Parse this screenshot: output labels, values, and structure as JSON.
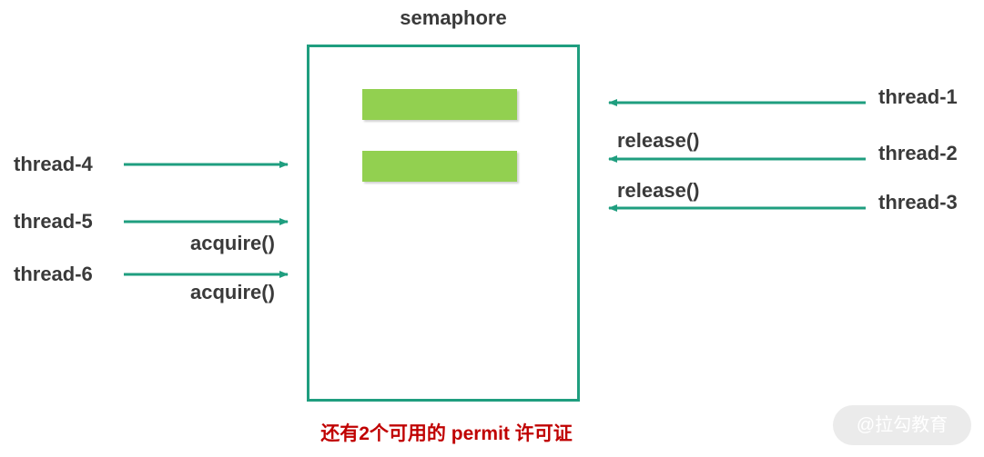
{
  "title": "semaphore",
  "colors": {
    "arrow": "#1f9e7f",
    "box_border": "#1f9e7f",
    "permit": "#92d050",
    "caption": "#c00000",
    "text": "#3a3a3a"
  },
  "left_threads": {
    "thread4": {
      "label": "thread-4",
      "method": ""
    },
    "thread5": {
      "label": "thread-5",
      "method": "acquire()"
    },
    "thread6": {
      "label": "thread-6",
      "method": "acquire()"
    }
  },
  "right_threads": {
    "thread1": {
      "label": "thread-1",
      "method": ""
    },
    "thread2": {
      "label": "thread-2",
      "method": "release()"
    },
    "thread3": {
      "label": "thread-3",
      "method": "release()"
    }
  },
  "permits": {
    "available": 2
  },
  "caption": "还有2个可用的 permit 许可证",
  "watermark": "@拉勾教育"
}
